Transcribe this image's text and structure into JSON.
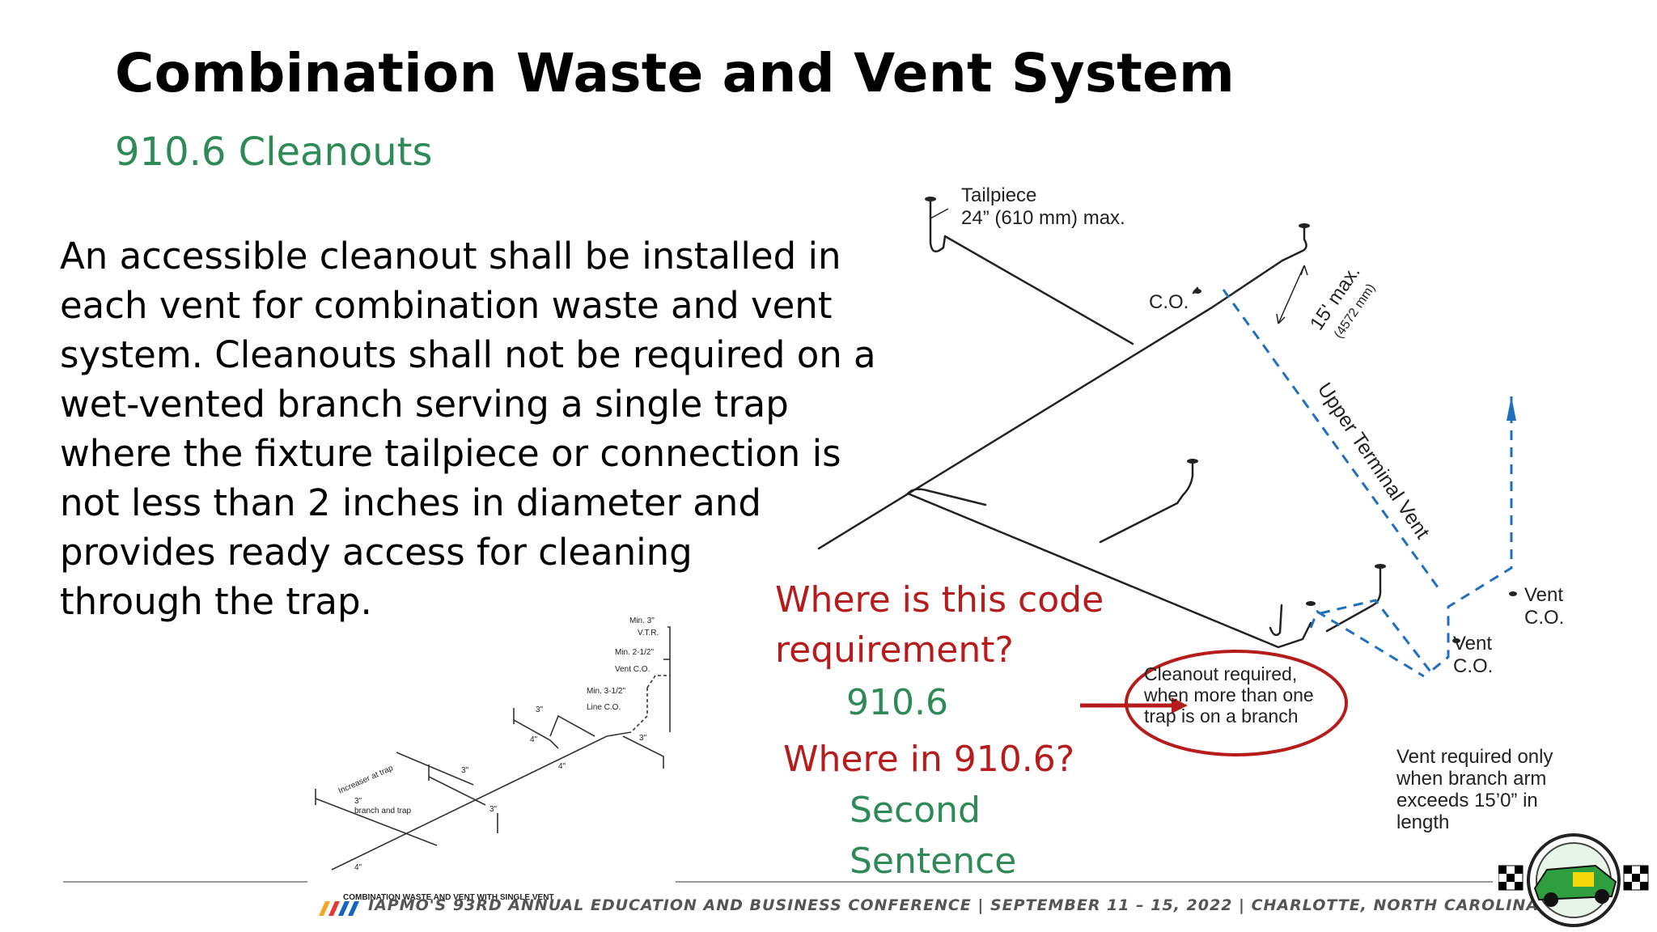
{
  "slide": {
    "title": "Combination Waste and Vent System",
    "subtitle": "910.6 Cleanouts",
    "body_lines": [
      "An accessible cleanout shall be installed in",
      "each vent for combination waste and vent",
      "system. Cleanouts shall not be required on a",
      "wet-vented branch serving a single trap",
      "where the fixture tailpiece or connection is",
      "not less than 2 inches in diameter and",
      "provides ready access for cleaning",
      "through the trap."
    ]
  },
  "questions": {
    "q1_line1": "Where is this code",
    "q1_line2": "requirement?",
    "a1": "910.6",
    "q2": "Where in 910.6?",
    "a2_line1": "Second",
    "a2_line2": "Sentence"
  },
  "diagram_large": {
    "tailpiece": "Tailpiece",
    "tailpiece_max": "24” (610 mm) max.",
    "co": "C.O.",
    "fifteen_max": "15' max.",
    "fifteen_mm": "(4572 mm)",
    "upper_terminal_vent": "Upper Terminal Vent",
    "vent1": "Vent",
    "co1": "C.O.",
    "vent2": "Vent",
    "co2": "C.O.",
    "callout_line1": "Cleanout required,",
    "callout_line2": "when more than one",
    "callout_line3": "trap is on a branch",
    "vent_req_line1": "Vent required only",
    "vent_req_line2": "when branch arm",
    "vent_req_line3": "exceeds 15’0” in",
    "vent_req_line4": "length"
  },
  "diagram_small": {
    "min3": "Min. 3\"",
    "vtr": "V.T.R.",
    "min212": "Min. 2-1/2\"",
    "vent_co": "Vent C.O.",
    "min312": "Min. 3-1/2\"",
    "line_co": "Line C.O.",
    "three_a": "3\"",
    "three_b": "3\"",
    "three_c": "3\"",
    "three_d": "3\"",
    "four_a": "4\"",
    "four_b": "4\"",
    "four_c": "4\"",
    "increaser": "Increaser at trap",
    "branch3": "3\"",
    "branch_and_trap": "branch and trap",
    "caption": "COMBINATION WASTE AND VENT WITH SINGLE VENT"
  },
  "footer": {
    "text": "IAPMO'S 93RD ANNUAL EDUCATION AND BUSINESS CONFERENCE   |   SEPTEMBER 11 – 15, 2022   |   CHARLOTTE, NORTH CAROLINA"
  },
  "colors": {
    "title": "#000000",
    "green": "#2e8b57",
    "red": "#b71c1c",
    "vent_blue": "#1f6fbf"
  },
  "icons": {
    "arrow": "right-arrow-icon",
    "logo": "race-car-logo"
  }
}
